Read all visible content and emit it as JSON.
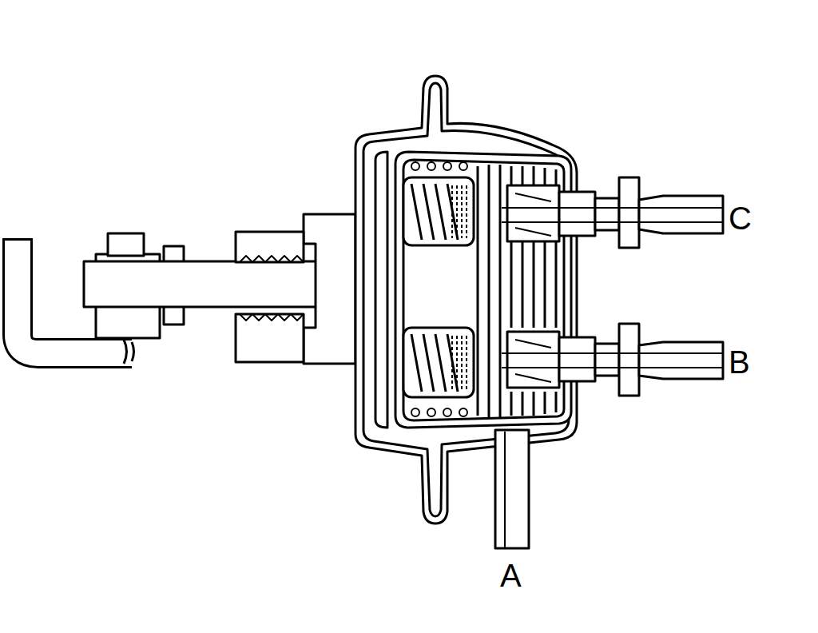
{
  "diagram": {
    "labels": [
      "C",
      "B",
      "A"
    ]
  }
}
